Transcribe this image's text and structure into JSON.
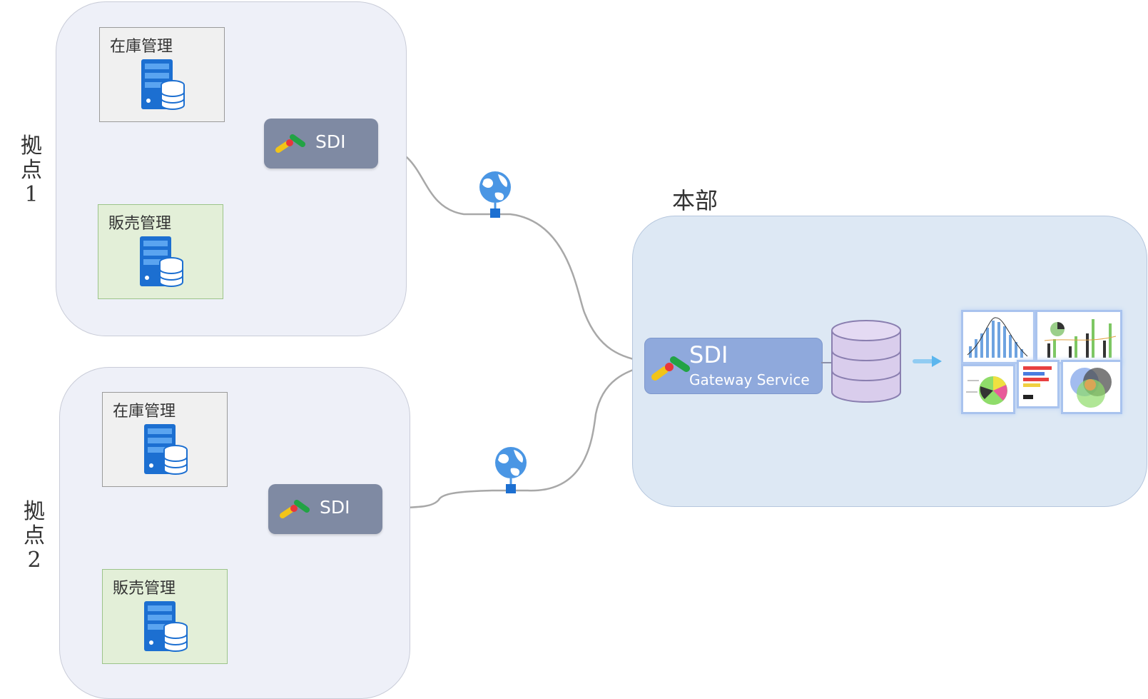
{
  "sites": [
    {
      "label_lines": [
        "拠",
        "点",
        "1"
      ],
      "inventory_label": "在庫管理",
      "sales_label": "販売管理",
      "sdi_label": "SDI"
    },
    {
      "label_lines": [
        "拠",
        "点",
        "2"
      ],
      "inventory_label": "在庫管理",
      "sales_label": "販売管理",
      "sdi_label": "SDI"
    }
  ],
  "headquarters": {
    "title": "本部",
    "gateway_title": "SDI",
    "gateway_subtitle": "Gateway Service"
  },
  "icons": {
    "server": "server-database-icon",
    "internet": "globe-network-icon",
    "database": "database-icon",
    "dashboard": "dashboard-charts-icon",
    "sdi_logo": "sdi-logo-icon"
  },
  "colors": {
    "site_bg": "#eef0f8",
    "hq_bg": "#dde8f4",
    "sdi_box": "#7f8aa3",
    "gateway_box": "#8fa9dc",
    "sales_box": "#e3efd8",
    "inventory_box": "#f0f0f0",
    "green_link": "#4e7a32",
    "grey_link": "#a8a8a8"
  }
}
